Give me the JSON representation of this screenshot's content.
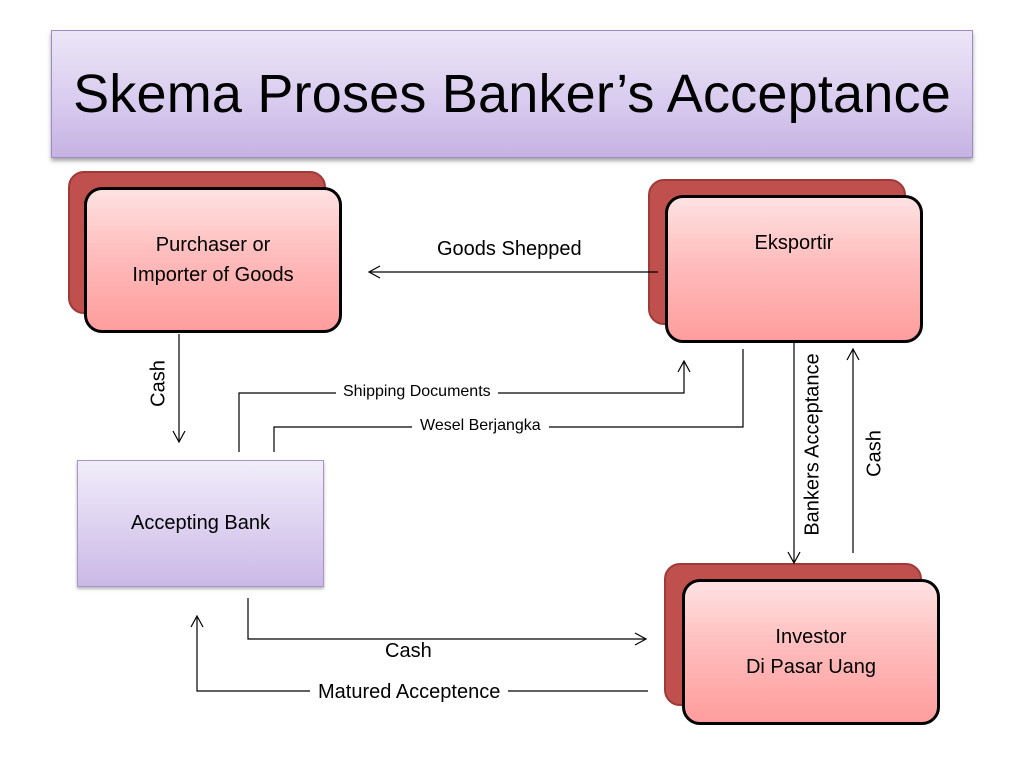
{
  "title": "Skema Proses Banker’s Acceptance",
  "nodes": {
    "purchaser": {
      "line1": "Purchaser or",
      "line2": "Importer of Goods"
    },
    "eksportir": {
      "label": "Eksportir"
    },
    "bank": {
      "label": "Accepting Bank"
    },
    "investor": {
      "line1": "Investor",
      "line2": "Di Pasar Uang"
    }
  },
  "edges": {
    "goods_shipped": "Goods Shepped",
    "cash_purchaser_bank": "Cash",
    "shipping_documents": "Shipping Documents",
    "wesel_berjangka": "Wesel Berjangka",
    "bankers_acceptance": "Bankers Acceptance",
    "cash_investor_eksportir": "Cash",
    "cash_bank_investor": "Cash",
    "matured_acceptence": "Matured Acceptence"
  },
  "colors": {
    "card_fill": "#ffb3b3",
    "card_shadow": "#c0504d",
    "bank_fill": "#dcd0f0",
    "title_fill": "#d9ccef"
  }
}
